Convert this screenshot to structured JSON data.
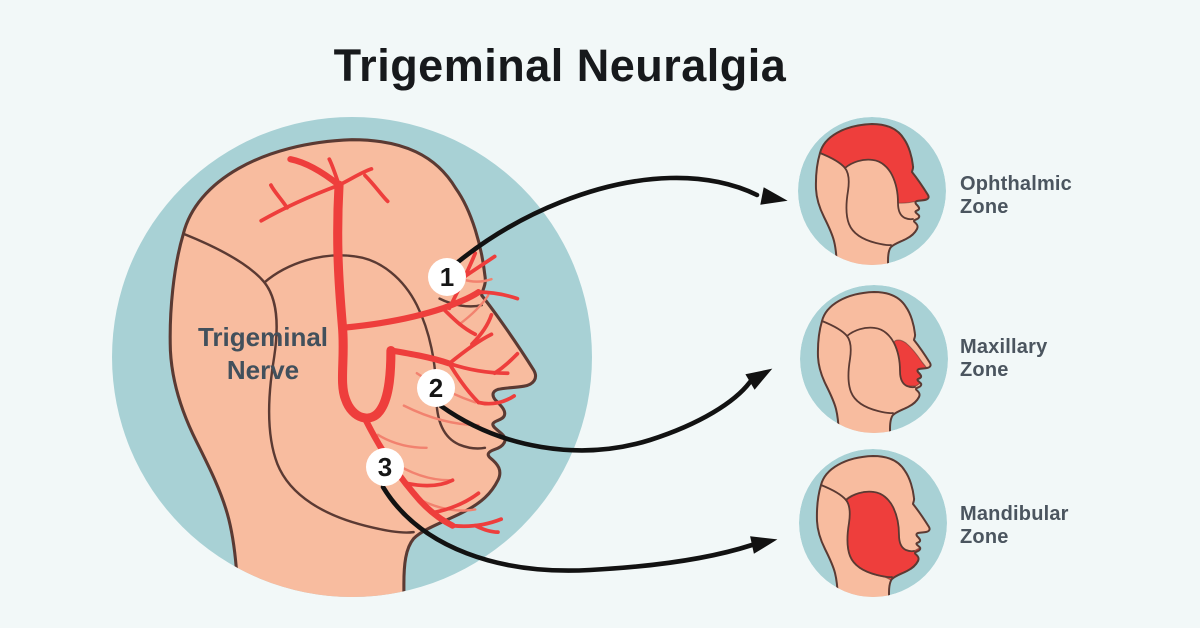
{
  "title": "Trigeminal Neuralgia",
  "diagram": {
    "nerve_label": "Trigeminal Nerve",
    "zones": [
      {
        "marker": "1",
        "name": "Ophthalmic",
        "word": "Zone"
      },
      {
        "marker": "2",
        "name": "Maxillary",
        "word": "Zone"
      },
      {
        "marker": "3",
        "name": "Mandibular",
        "word": "Zone"
      }
    ]
  },
  "colors": {
    "bg": "#f2f8f8",
    "teal": "#a8d1d5",
    "skin": "#f8bc9f",
    "outline": "#5b3a33",
    "red": "#ee3e3c",
    "red-light": "#f2826f",
    "title-col": "#17191c",
    "label-col": "#4b555f",
    "nerve-label-col": "#42505c",
    "marker-bg": "#ffffff",
    "marker-col": "#161616",
    "arrow-col": "#121212"
  }
}
